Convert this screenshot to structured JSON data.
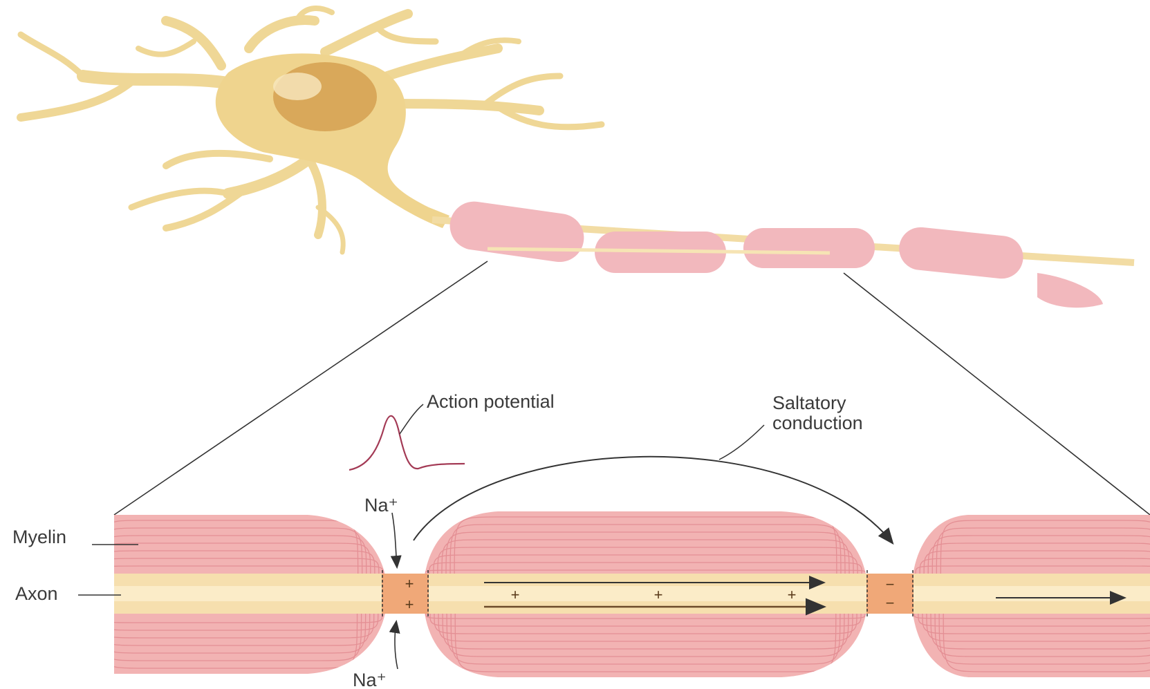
{
  "labels": {
    "action_potential": "Action potential",
    "saltatory_line1": "Saltatory",
    "saltatory_line2": "conduction",
    "myelin": "Myelin",
    "axon": "Axon",
    "na_top": "Na⁺",
    "na_bottom": "Na⁺"
  },
  "charges": {
    "node1_top": "+",
    "node1_bottom": "+",
    "internode_1": "+",
    "internode_2": "+",
    "internode_3": "+",
    "node2_top": "−",
    "node2_bottom": "−"
  },
  "colors": {
    "myelin": "#f2b3b3",
    "myelin_line": "#e48f94",
    "axon": "#f6dfae",
    "neuron_body": "#efd48e",
    "nucleus": "#d9a85a",
    "node": "#f0a878",
    "line": "#333333",
    "action_potential_curve": "#a33a55"
  }
}
